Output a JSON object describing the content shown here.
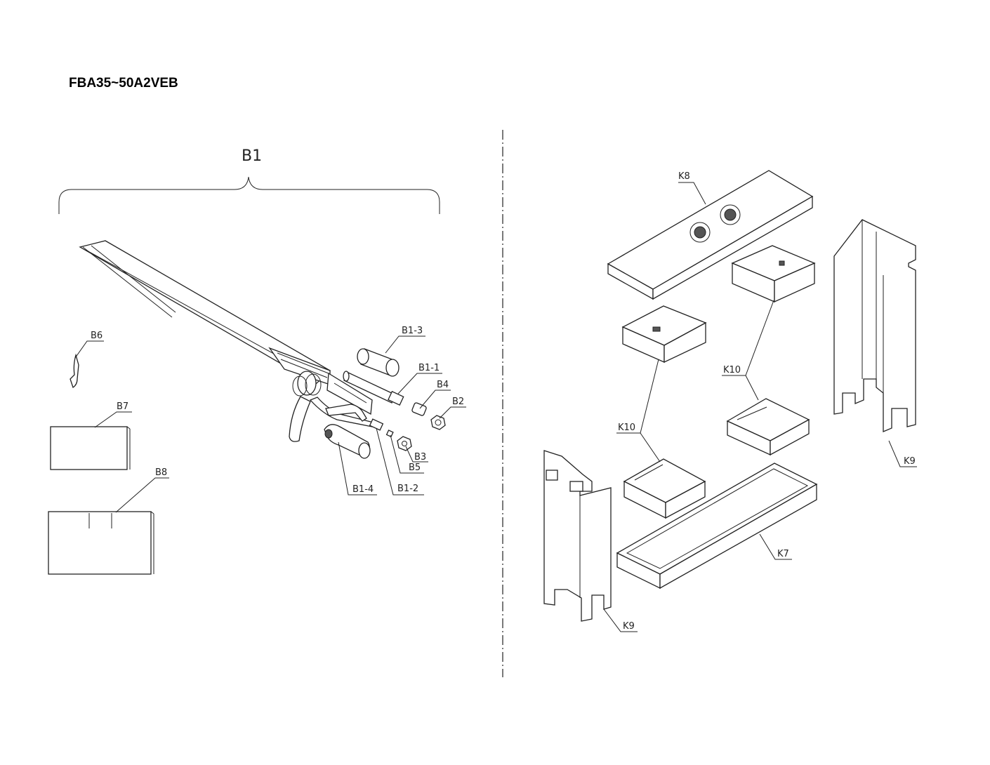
{
  "title": "FBA35~50A2VEB",
  "labels": {
    "B1": "B1",
    "B1_1": "B1-1",
    "B1_2": "B1-2",
    "B1_3": "B1-3",
    "B1_4": "B1-4",
    "B2": "B2",
    "B3": "B3",
    "B4": "B4",
    "B5": "B5",
    "B6": "B6",
    "B7": "B7",
    "B8": "B8",
    "K7": "K7",
    "K8": "K8",
    "K9_left": "K9",
    "K9_right": "K9",
    "K10_left": "K10",
    "K10_right": "K10"
  }
}
